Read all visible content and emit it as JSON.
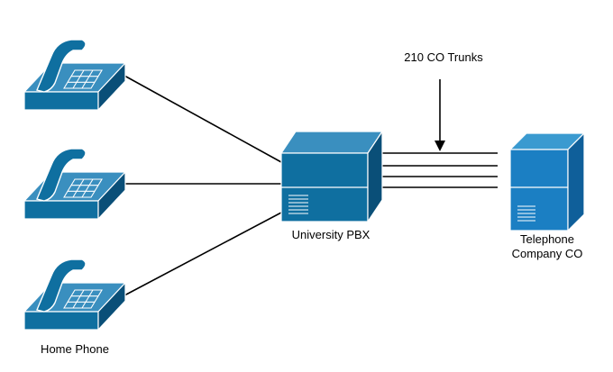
{
  "labels": {
    "trunks": "210 CO Trunks",
    "pbx": "University PBX",
    "co_line1": "Telephone",
    "co_line2": "Company CO",
    "phone": "Home Phone"
  },
  "colors": {
    "device_fill": "#0f6fa0",
    "device_light": "#3a8fbf",
    "device_dark": "#0a4f78",
    "co_fill": "#1b7fc3",
    "co_dark": "#0f5f9a",
    "line": "#000000"
  },
  "icons": {
    "phone": "telephone-icon",
    "pbx": "switch-cabinet-icon",
    "co": "server-tower-icon"
  }
}
